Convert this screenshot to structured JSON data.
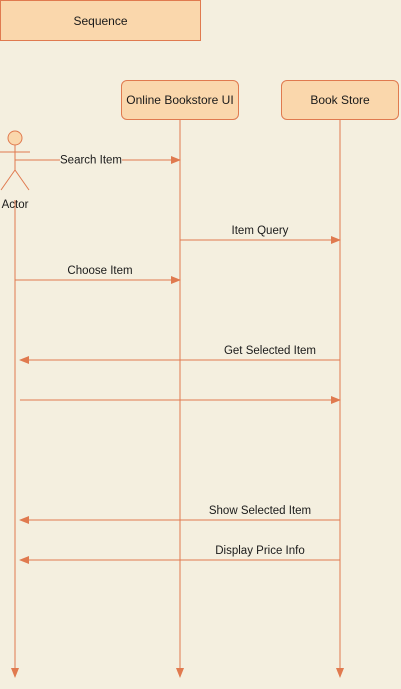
{
  "frame": {
    "title": "Sequence"
  },
  "participants": [
    {
      "id": "actor",
      "name": "Actor",
      "kind": "actor"
    },
    {
      "id": "ui",
      "name": "Online Bookstore UI",
      "kind": "box"
    },
    {
      "id": "store",
      "name": "Book Store",
      "kind": "box"
    }
  ],
  "messages": [
    {
      "from": "actor",
      "to": "ui",
      "label": "Search Item"
    },
    {
      "from": "ui",
      "to": "store",
      "label": "Item Query"
    },
    {
      "from": "actor",
      "to": "ui",
      "label": "Choose Item"
    },
    {
      "from": "store",
      "to": "actor",
      "label": "Get Selected Item"
    },
    {
      "from": "actor",
      "to": "store",
      "label": ""
    },
    {
      "from": "store",
      "to": "actor",
      "label": "Show Selected Item"
    },
    {
      "from": "store",
      "to": "actor",
      "label": "Display Price Info"
    }
  ],
  "colors": {
    "line": "#e07a4f",
    "fill": "#fad7ac",
    "background": "#f4efdf"
  }
}
